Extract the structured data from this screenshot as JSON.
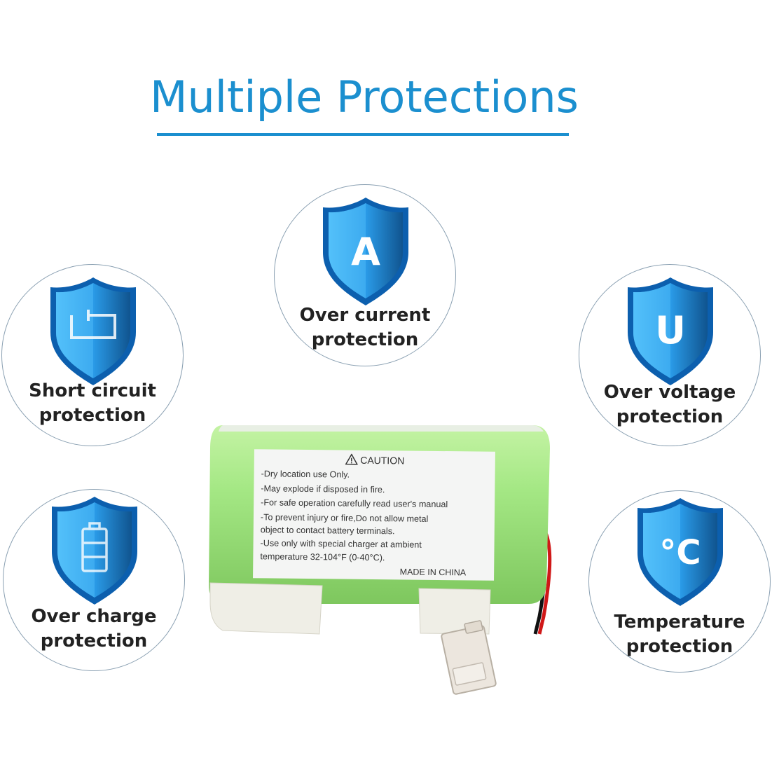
{
  "title": "Multiple Protections",
  "colors": {
    "accent": "#1b8fcf",
    "shield": "#2a9be8",
    "battery": "#9fe07c"
  },
  "protections": [
    {
      "icon": "ampere-shield-icon",
      "glyph": "A",
      "line1": "Over current",
      "line2": "protection"
    },
    {
      "icon": "short-circuit-shield-icon",
      "glyph": "",
      "line1": "Short  circuit",
      "line2": "protection"
    },
    {
      "icon": "voltage-shield-icon",
      "glyph": "U",
      "line1": "Over voltage",
      "line2": "protection"
    },
    {
      "icon": "battery-shield-icon",
      "glyph": "",
      "line1": "Over charge",
      "line2": "protection"
    },
    {
      "icon": "temperature-shield-icon",
      "glyph": "°C",
      "line1": "Temperature",
      "line2": "protection"
    }
  ],
  "label": {
    "heading": "CAUTION",
    "lines": [
      "-Dry location  use Only.",
      "-May explode if disposed in fire.",
      "-For safe operation carefully read user's manual",
      "-To prevent injury or fire,Do not allow metal",
      " object to contact battery terminals.",
      "-Use only with special charger at ambient",
      " temperature 32-104°F (0-40°C)."
    ],
    "origin": "MADE IN CHINA"
  }
}
